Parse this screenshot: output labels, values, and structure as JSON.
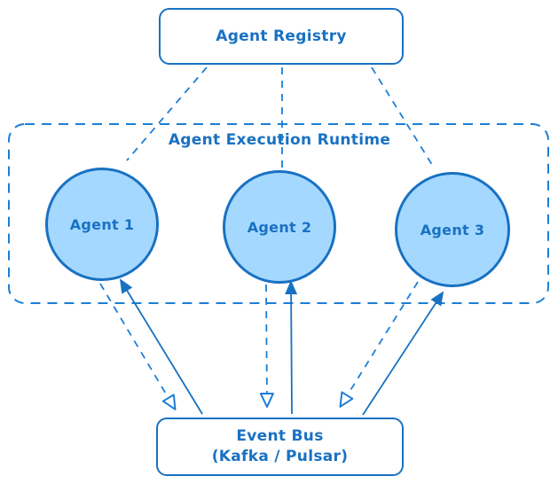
{
  "diagram": {
    "type": "architecture-diagram",
    "style": "hand-drawn",
    "background": "#ffffff",
    "colors": {
      "stroke": "#1971c2",
      "node_fill": "#a5d8ff",
      "dashed_connector": "#1c7ed6",
      "text": "#1971c2"
    },
    "nodes": {
      "registry": {
        "label": "Agent Registry",
        "shape": "rounded-rectangle"
      },
      "runtime": {
        "label": "Agent Execution Runtime",
        "shape": "dashed-rounded-container"
      },
      "agents": [
        {
          "label": "Agent 1",
          "shape": "circle"
        },
        {
          "label": "Agent 2",
          "shape": "circle"
        },
        {
          "label": "Agent 3",
          "shape": "circle"
        }
      ],
      "event_bus": {
        "label_line1": "Event Bus",
        "label_line2": "(Kafka / Pulsar)",
        "shape": "rounded-rectangle"
      }
    },
    "edges": [
      {
        "from": "registry",
        "to": "agent-1",
        "line": "dashed",
        "arrowhead": "none"
      },
      {
        "from": "registry",
        "to": "agent-2",
        "line": "dashed",
        "arrowhead": "none"
      },
      {
        "from": "registry",
        "to": "agent-3",
        "line": "dashed",
        "arrowhead": "none"
      },
      {
        "from": "agent-1",
        "to": "event_bus",
        "line": "dashed",
        "arrowhead": "hollow-triangle"
      },
      {
        "from": "agent-2",
        "to": "event_bus",
        "line": "dashed",
        "arrowhead": "hollow-triangle"
      },
      {
        "from": "agent-3",
        "to": "event_bus",
        "line": "dashed",
        "arrowhead": "hollow-triangle"
      },
      {
        "from": "event_bus",
        "to": "agent-1",
        "line": "solid",
        "arrowhead": "solid-triangle"
      },
      {
        "from": "event_bus",
        "to": "agent-2",
        "line": "solid",
        "arrowhead": "solid-triangle"
      },
      {
        "from": "event_bus",
        "to": "agent-3",
        "line": "solid",
        "arrowhead": "solid-triangle"
      }
    ]
  }
}
